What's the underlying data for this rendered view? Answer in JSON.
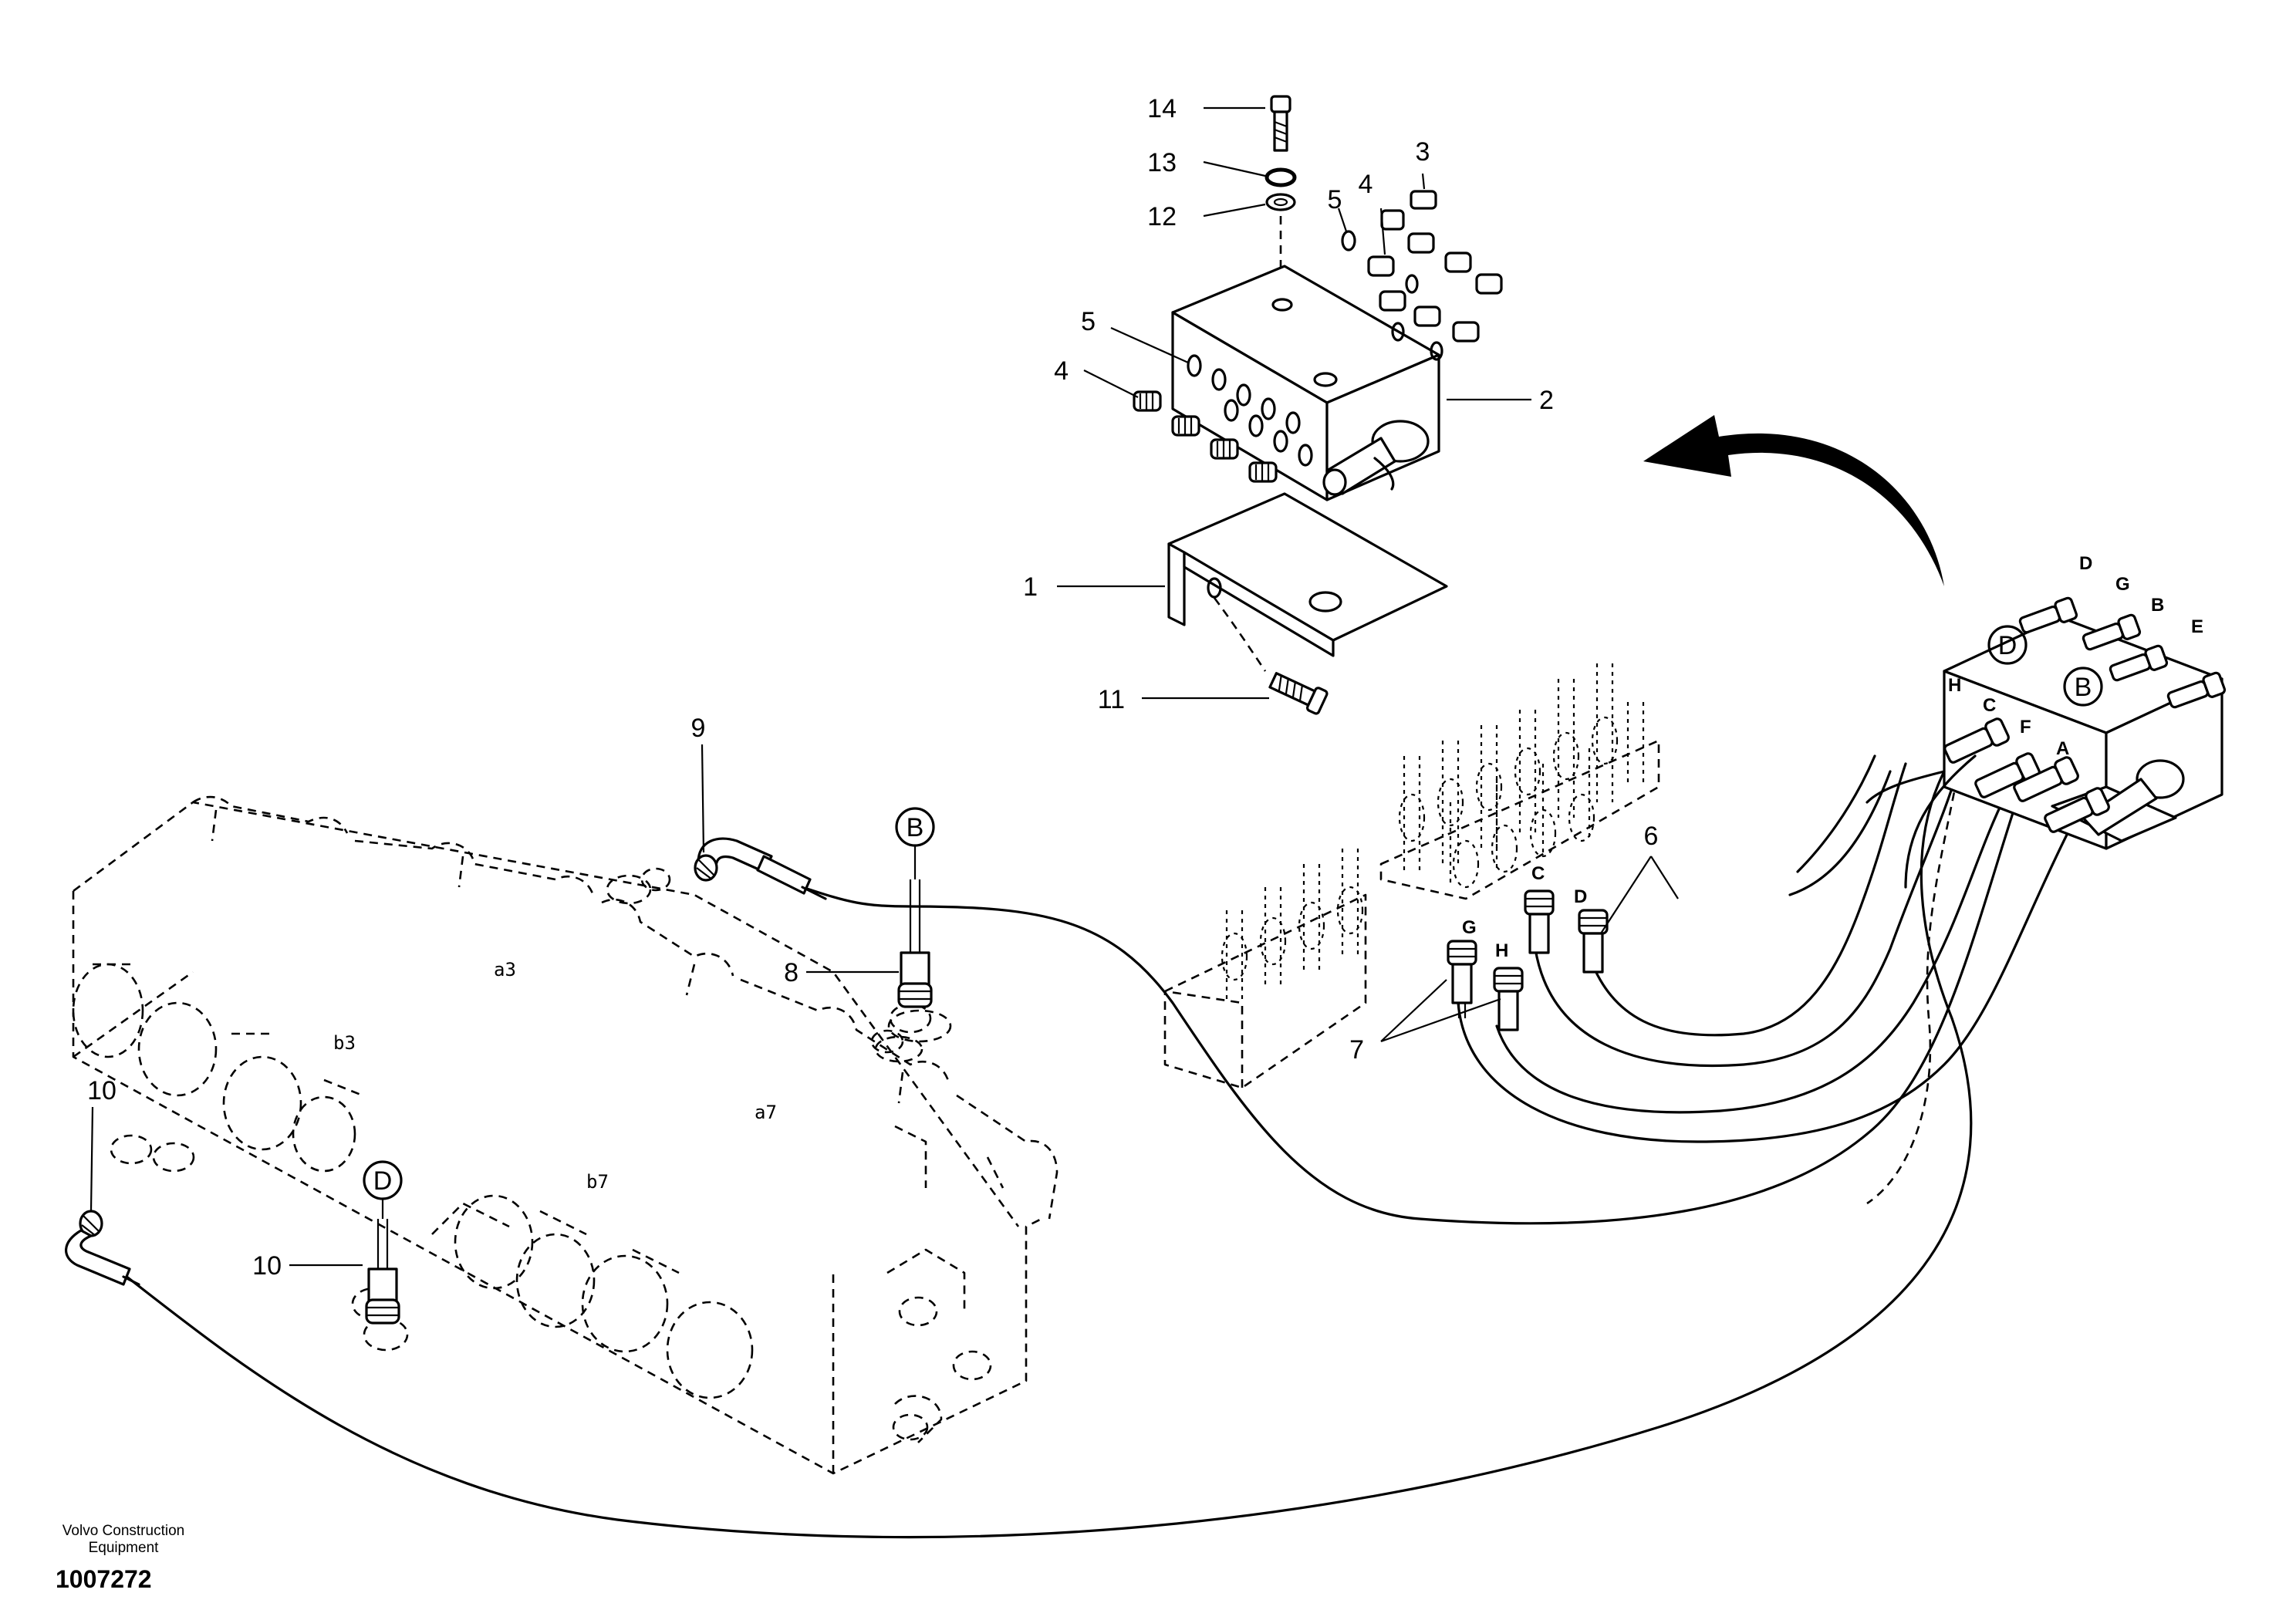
{
  "diagram": {
    "callouts": [
      "1",
      "2",
      "3",
      "4",
      "4",
      "5",
      "5",
      "6",
      "7",
      "8",
      "9",
      "10",
      "10",
      "11",
      "12",
      "13",
      "14"
    ],
    "port_letters_valve": [
      "D",
      "G",
      "B",
      "E",
      "H",
      "C",
      "F",
      "A"
    ],
    "port_letters_connectors": [
      "G",
      "C",
      "D",
      "H"
    ],
    "circled_refs": [
      "B",
      "D",
      "B",
      "D"
    ],
    "zone_labels": [
      "a3",
      "b3",
      "a7",
      "b7"
    ]
  },
  "footer": {
    "brand_line1": "Volvo Construction",
    "brand_line2": "Equipment",
    "document_number": "1007272"
  }
}
